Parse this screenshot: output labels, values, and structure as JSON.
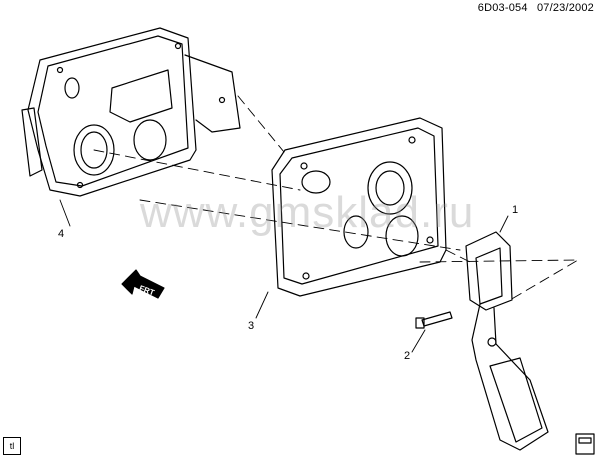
{
  "header": {
    "code": "6D03-054",
    "date": "07/23/2002"
  },
  "watermark": "www.gmsklad.ru",
  "callouts": {
    "c1": "1",
    "c2": "2",
    "c3": "3",
    "c4": "4"
  },
  "badge": "tl",
  "frt_label": "FRT",
  "colors": {
    "line": "#000000",
    "watermark": "#969696"
  }
}
